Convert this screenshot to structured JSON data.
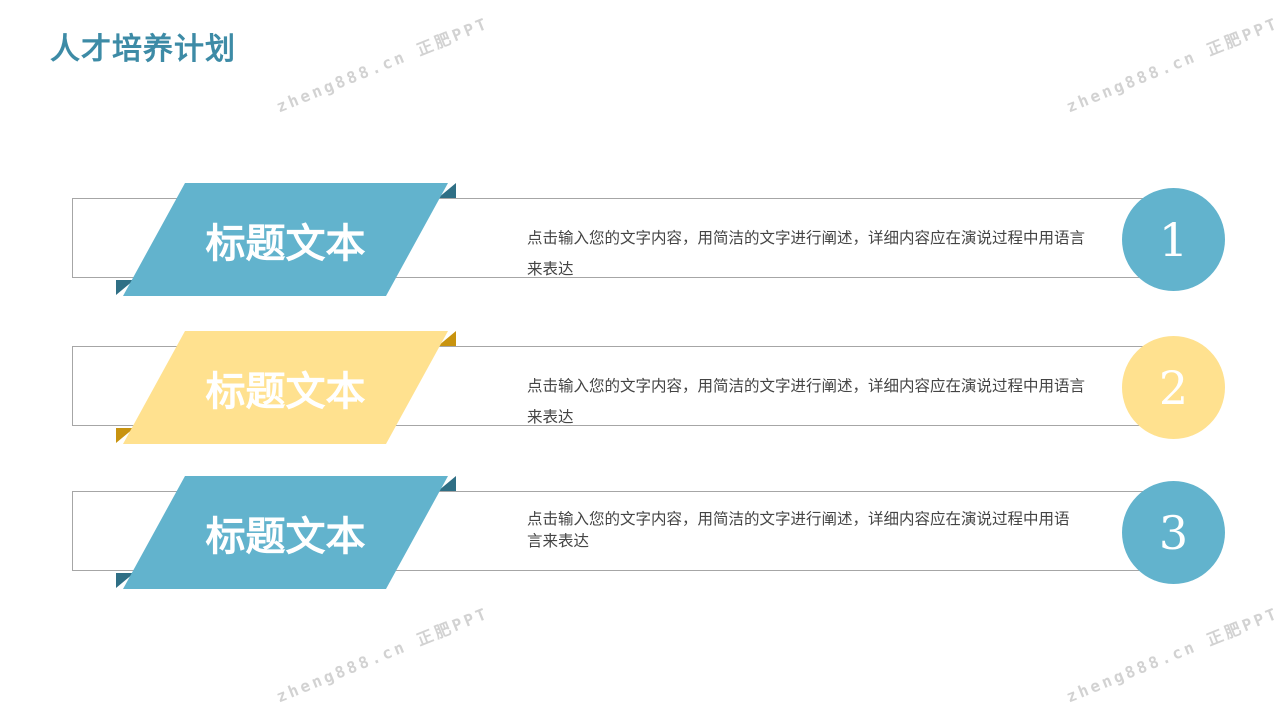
{
  "page": {
    "title": "人才培养计划"
  },
  "colors": {
    "blue": "#62b3cd",
    "blue_dark": "#2f6f85",
    "yellow": "#ffe18f",
    "yellow_dark": "#c8930f",
    "title": "#3d8ba6"
  },
  "watermark": {
    "text": "zheng888.cn 正肥PPT"
  },
  "rows": [
    {
      "label": "标题文本",
      "number": "1",
      "description": "点击输入您的文字内容，用简洁的文字进行阐述，详细内容应在演说过程中用语言来表达"
    },
    {
      "label": "标题文本",
      "number": "2",
      "description": "点击输入您的文字内容，用简洁的文字进行阐述，详细内容应在演说过程中用语言来表达"
    },
    {
      "label": "标题文本",
      "number": "3",
      "description": "点击输入您的文字内容，用简洁的文字进行阐述，详细内容应在演说过程中用语言来表达"
    }
  ]
}
